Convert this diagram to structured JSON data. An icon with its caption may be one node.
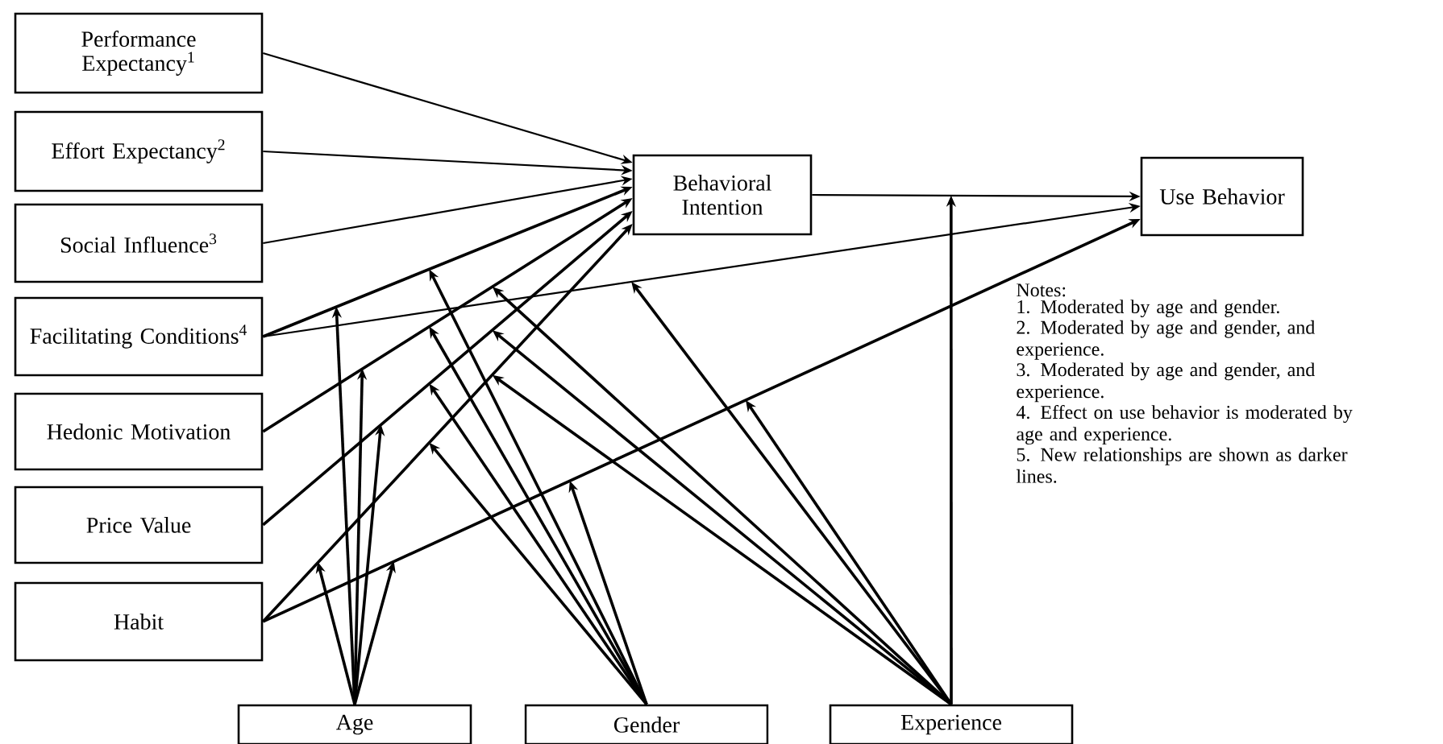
{
  "diagram": {
    "nodes": [
      {
        "text": [
          "Performance Expectancy$^{1}$"
        ]
      },
      {
        "text": [
          "Effort Expectancy$^{2}$"
        ]
      },
      {
        "text": [
          "Social Influence$^{3}$"
        ]
      },
      {
        "text": [
          "Facilitating Conditions$^{4}$"
        ]
      },
      {
        "text": [
          "Hedonic Motivation"
        ]
      },
      {
        "text": [
          "Price Value"
        ]
      },
      {
        "text": [
          "Habit"
        ]
      },
      {
        "text": [
          "Behavioral Intention"
        ]
      },
      {
        "text": [
          "Use Behavior"
        ]
      },
      {
        "text": [
          "Age"
        ]
      },
      {
        "text": [
          "Gender"
        ]
      },
      {
        "text": [
          "Experience"
        ]
      }
    ],
    "edges": [
      {
        "from": 0,
        "to": 7,
        "arrow": "to"
      },
      {
        "from": 1,
        "to": 7,
        "arrow": "to"
      },
      {
        "from": 2,
        "to": 7,
        "arrow": "to"
      },
      {
        "from": 3,
        "to": 7,
        "arrow": "to"
      },
      {
        "from": 3,
        "to": 8,
        "arrow": "to"
      },
      {
        "from": 4,
        "to": 7,
        "arrow": "to"
      },
      {
        "from": 5,
        "to": 7,
        "arrow": "to"
      },
      {
        "from": 6,
        "to": 7,
        "arrow": "to"
      },
      {
        "from": 6,
        "to": 8,
        "arrow": "to"
      },
      {
        "from": 7,
        "to": 8,
        "arrow": "to"
      },
      {
        "from": 9,
        "to": null,
        "arrow": "to"
      },
      {
        "from": 9,
        "to": null,
        "arrow": "to"
      },
      {
        "from": 9,
        "to": null,
        "arrow": "to"
      },
      {
        "from": 9,
        "to": null,
        "arrow": "to"
      },
      {
        "from": 9,
        "to": null,
        "arrow": "to"
      },
      {
        "from": 10,
        "to": null,
        "arrow": "to"
      },
      {
        "from": 10,
        "to": null,
        "arrow": "to"
      },
      {
        "from": 10,
        "to": null,
        "arrow": "to"
      },
      {
        "from": 10,
        "to": null,
        "arrow": "to"
      },
      {
        "from": 10,
        "to": null,
        "arrow": "to"
      },
      {
        "from": 11,
        "to": null,
        "arrow": "to"
      },
      {
        "from": 11,
        "to": null,
        "arrow": "to"
      },
      {
        "from": 11,
        "to": null,
        "arrow": "to"
      },
      {
        "from": 11,
        "to": null,
        "arrow": "to"
      },
      {
        "from": 11,
        "to": null,
        "arrow": "to"
      },
      {
        "from": 11,
        "to": null,
        "arrow": "to"
      }
    ],
    "labels": [
      "Notes:",
      "1. Moderated by age and gender.",
      "2. Moderated by age and gender, and experience.",
      "3. Moderated by age and gender, and experience.",
      "4. Effect on use behavior is moderated by age and experience.",
      "5. New relationships are shown as darker lines."
    ]
  }
}
